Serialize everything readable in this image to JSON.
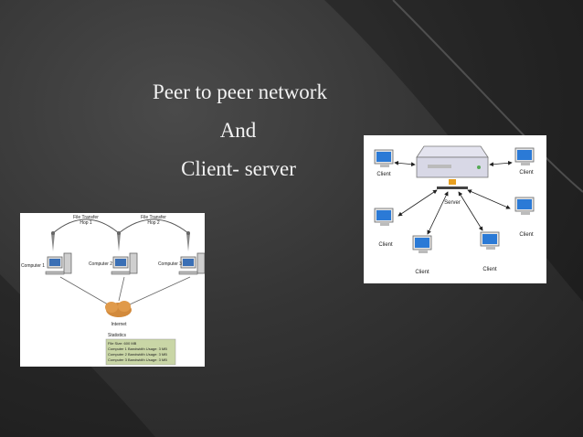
{
  "slide": {
    "title_lines": [
      "Peer to peer network",
      "And",
      "Client- server"
    ]
  },
  "p2p_diagram": {
    "hop1_label": [
      "File Transfer",
      "Hop 1"
    ],
    "hop2_label": [
      "File Transfer",
      "Hop 2"
    ],
    "computer1": "Computer 1",
    "computer2": "Computer 2",
    "computer3": "Computer 3",
    "internet": "Internet",
    "statistics_title": "Statistics",
    "statistics_lines": [
      "File Size: 600 MB",
      "Computer 1 Bandwidth Usage: 3 MB",
      "Computer 2 Bandwidth Usage: 3 MB",
      "Computer 3 Bandwidth Usage: 3 MB"
    ]
  },
  "cs_diagram": {
    "server": "Server",
    "client": "Client"
  },
  "colors": {
    "background": "#353535",
    "title_text": "#f2f2f2",
    "stats_box": "#c9d6a6"
  }
}
